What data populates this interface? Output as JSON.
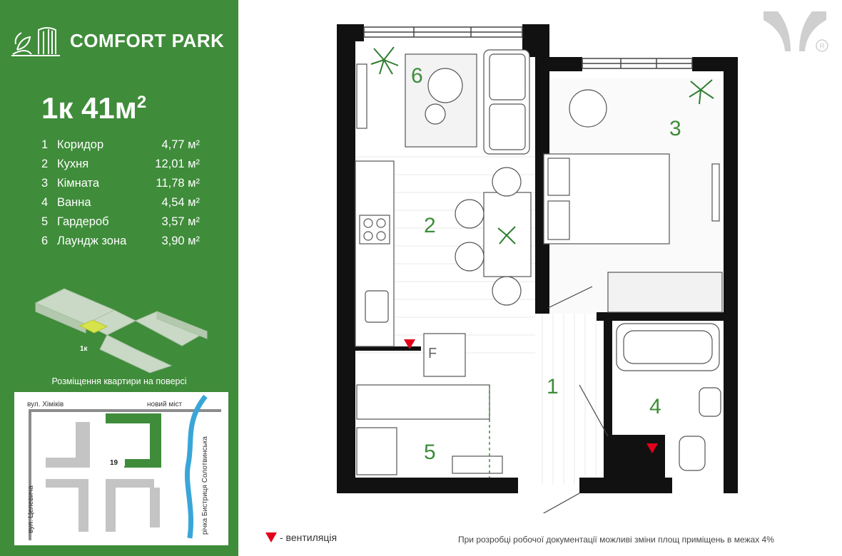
{
  "brand": {
    "name": "COMFORT PARK"
  },
  "apartment": {
    "type": "1к 41м",
    "area_unit_sup": "2"
  },
  "rooms": [
    {
      "num": "1",
      "name": "Коридор",
      "area": "4,77 м²"
    },
    {
      "num": "2",
      "name": "Кухня",
      "area": "12,01 м²"
    },
    {
      "num": "3",
      "name": "Кімната",
      "area": "11,78 м²"
    },
    {
      "num": "4",
      "name": "Ванна",
      "area": "4,54 м²"
    },
    {
      "num": "5",
      "name": "Гардероб",
      "area": "3,57 м²"
    },
    {
      "num": "6",
      "name": "Лаундж зона",
      "area": "3,90 м²"
    }
  ],
  "placement": {
    "caption": "Розміщення квартири на поверсі",
    "marker": "1к"
  },
  "site_map": {
    "street_top": "вул. Хіміків",
    "bridge": "новий міст",
    "street_left": "вул. Целевича",
    "river": "річка Бистриця Солотвинська",
    "building_label": "19"
  },
  "plan": {
    "room_labels": [
      "1",
      "2",
      "3",
      "4",
      "5",
      "6"
    ],
    "fridge_label": "F"
  },
  "legend": {
    "ventilation": "- вентиляція"
  },
  "disclaimer": "При розробці робочої документації можливі зміни площ приміщень в межах 4%",
  "colors": {
    "sidebar": "#3f8c3a",
    "accent_yellow": "#d6e34a",
    "vent_red": "#e3001b",
    "wall": "#111111",
    "room_label": "#3f8c3a"
  }
}
